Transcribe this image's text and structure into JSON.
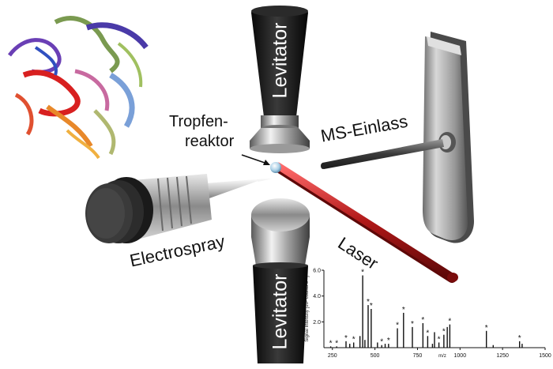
{
  "labels": {
    "levitator_top": "Levitator",
    "levitator_bottom": "Levitator",
    "tropfen_line1": "Tropfen-",
    "tropfen_line2": "reaktor",
    "ms_einlass": "MS-Einlass",
    "electrospray": "Electrospray",
    "laser": "Laser"
  },
  "colors": {
    "laser": "#b01818",
    "levitator_body": "#1c1c1c",
    "metal": "#b9b9b9",
    "spectrum": "#111111"
  },
  "chart_data": {
    "type": "bar",
    "ylabel": "Signal Intensity [10³ counts s⁻¹]",
    "xlabel": "m/z",
    "xlim": [
      200,
      1500
    ],
    "ylim": [
      0,
      6.0
    ],
    "xticks": [
      "250",
      "500",
      "750",
      "1000",
      "1250",
      "1500"
    ],
    "yticks": [
      "2.0",
      "4.0",
      "6.0"
    ],
    "x": [
      240,
      275,
      330,
      352,
      375,
      412,
      428,
      441,
      460,
      478,
      515,
      540,
      560,
      580,
      632,
      668,
      720,
      782,
      810,
      838,
      850,
      876,
      905,
      925,
      940,
      1155,
      1195,
      1350,
      1365
    ],
    "y": [
      0.1,
      0.1,
      0.5,
      0.3,
      0.4,
      0.9,
      5.6,
      0.6,
      3.3,
      3.0,
      0.4,
      0.2,
      0.3,
      0.3,
      1.5,
      2.7,
      1.6,
      1.9,
      0.9,
      0.3,
      1.2,
      0.4,
      1.0,
      1.6,
      1.8,
      1.3,
      0.2,
      0.5,
      0.3
    ],
    "star_x": [
      240,
      275,
      330,
      375,
      428,
      460,
      478,
      540,
      580,
      632,
      668,
      720,
      782,
      810,
      876,
      905,
      940,
      1155,
      1350
    ]
  }
}
